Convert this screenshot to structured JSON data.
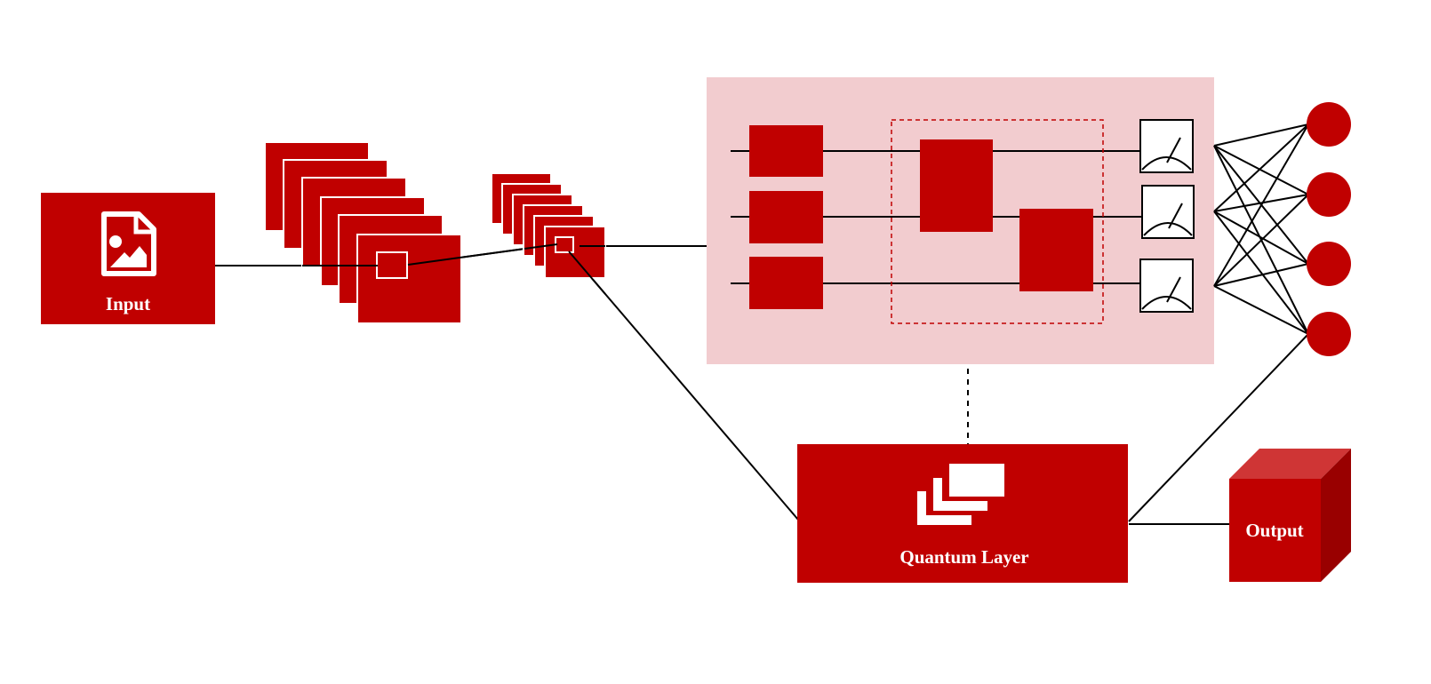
{
  "diagram": {
    "input_label": "Input",
    "quantum_layer_label": "Quantum Layer",
    "output_label": "Output",
    "nodes": {
      "input": "input-block",
      "conv1": "feature-map-stack-1",
      "conv2": "feature-map-stack-2",
      "circuit": "quantum-circuit",
      "quantum_layer": "quantum-layer-block",
      "dense": "output-neurons",
      "output": "output-cube"
    },
    "circuit": {
      "qubits": 3,
      "entangling_gates": 2,
      "measurements": 3
    },
    "output_neuron_count": 4,
    "icons": {
      "input": "image-file-icon",
      "quantum_layer": "stacked-layers-icon"
    },
    "colors": {
      "primary": "#c00000",
      "circuit_background": "#f2cccf",
      "cube_top": "#cf3535",
      "cube_side": "#990000",
      "line": "#000000"
    }
  }
}
